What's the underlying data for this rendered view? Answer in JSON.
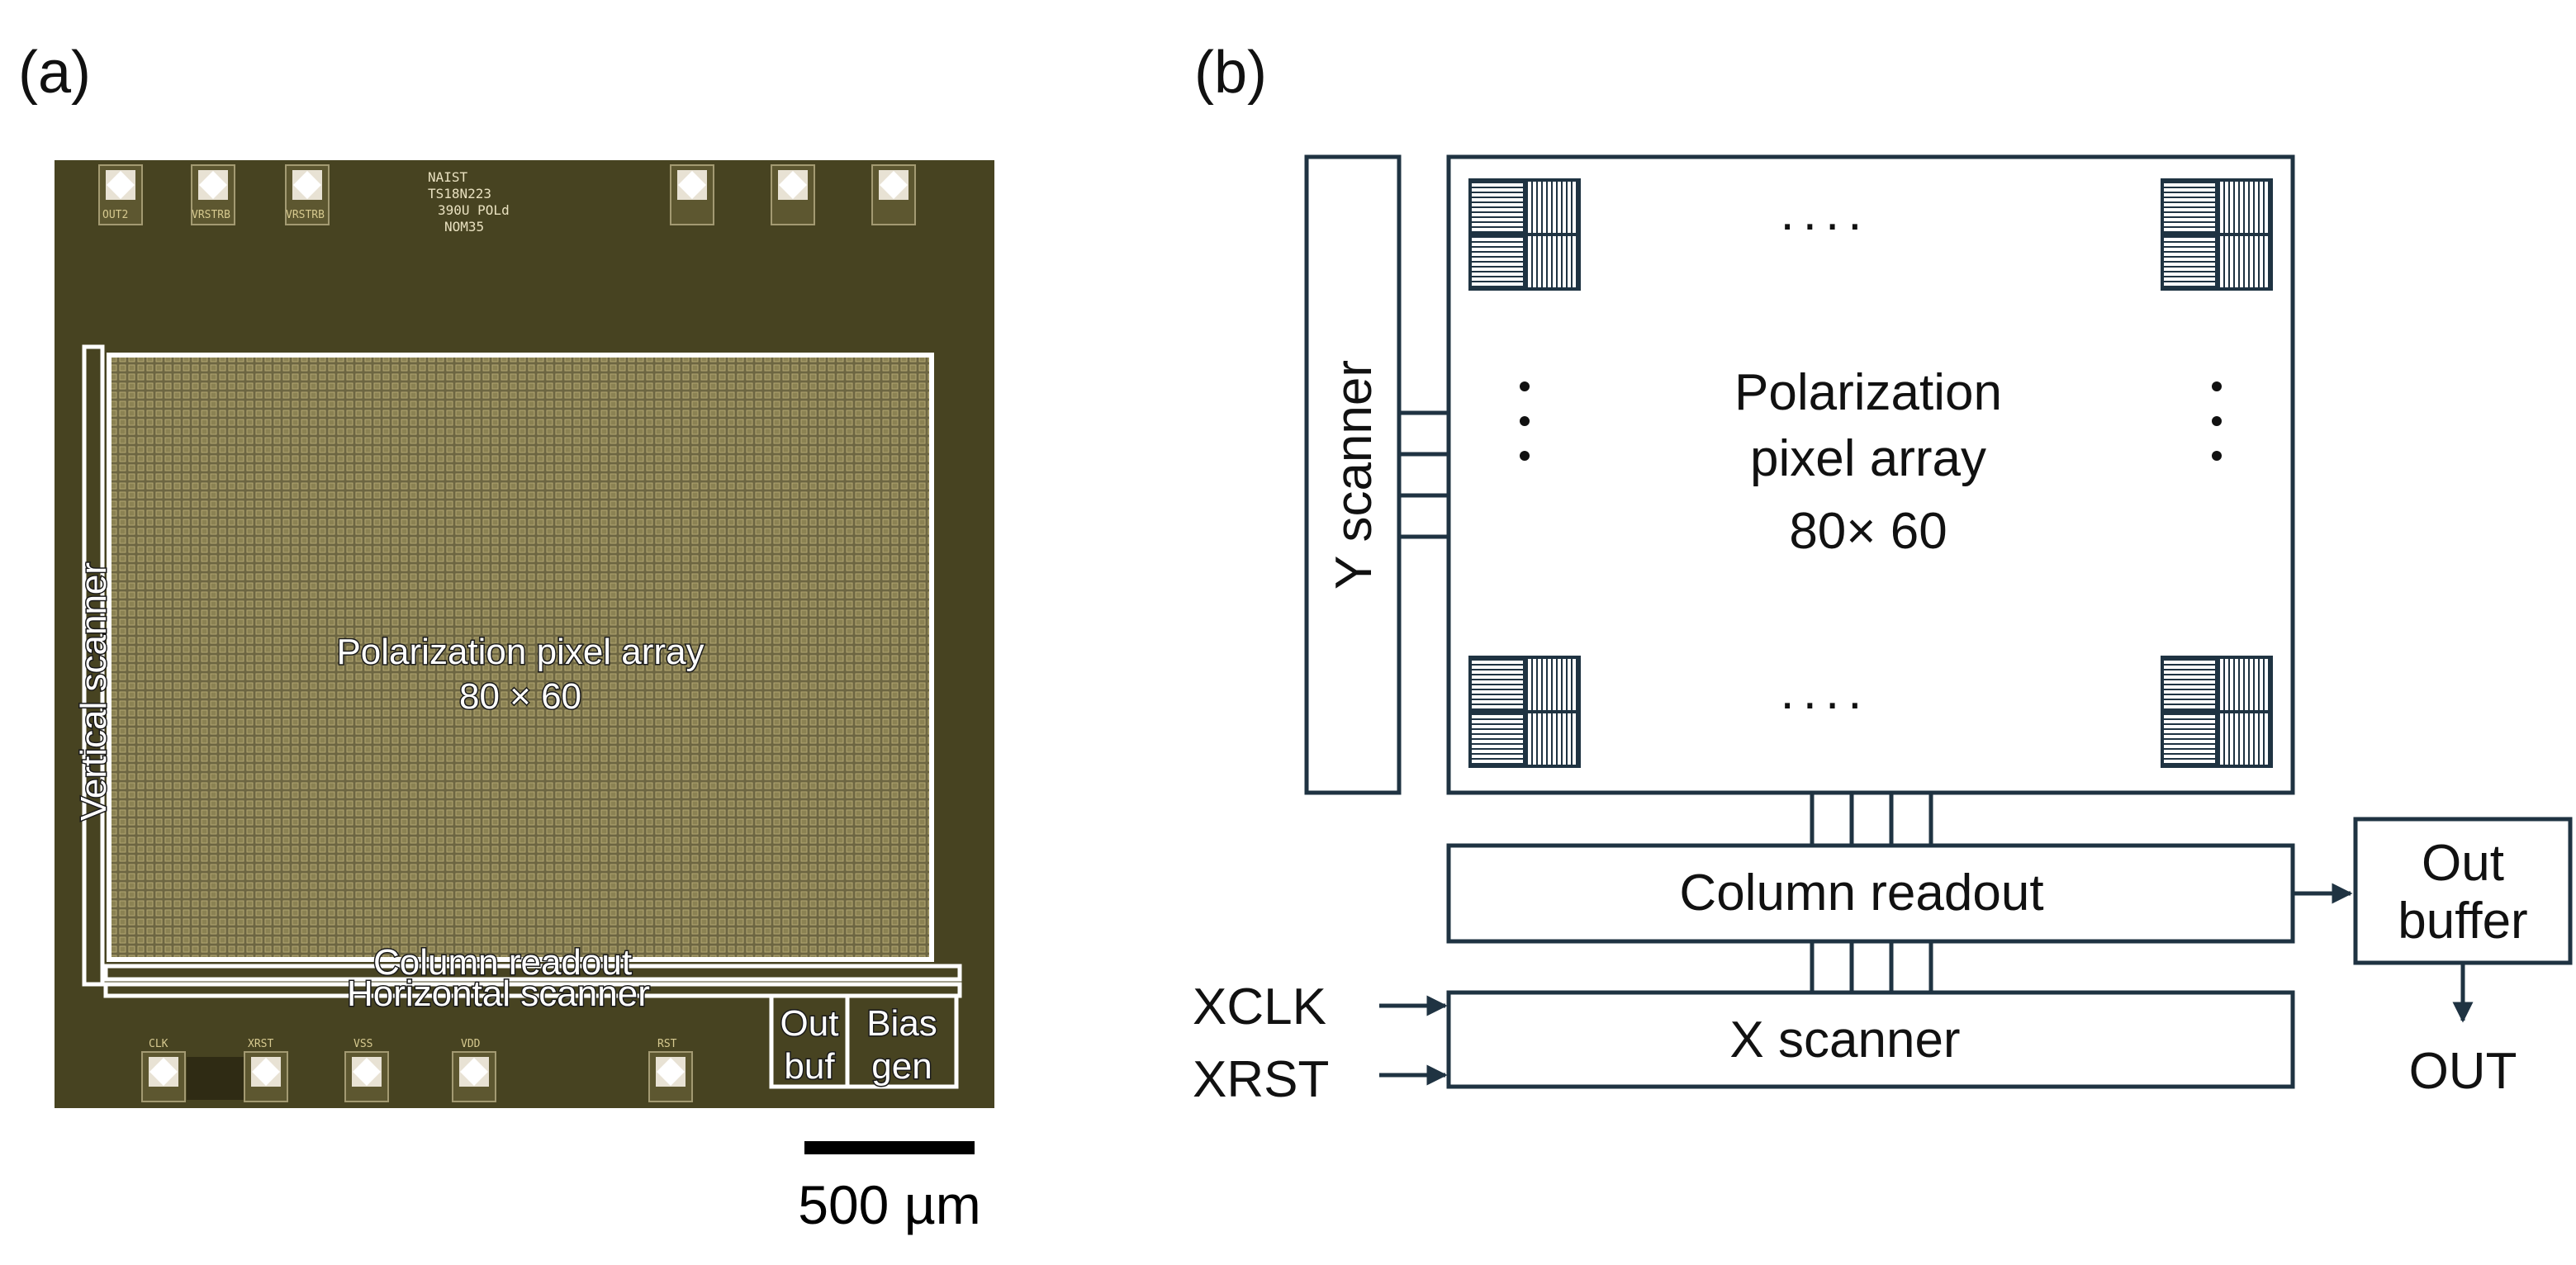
{
  "panel_a": {
    "label": "(a)",
    "chip_text_lines": [
      "NAIST",
      "TS18N223",
      "390U POLd",
      "NOM35"
    ],
    "pixel_array_title": "Polarization pixel array",
    "pixel_array_size": "80 × 60",
    "vertical_scanner": "Vertical scanner",
    "column_readout": "Column readout",
    "horizontal_scanner": "Horizontal scanner",
    "out_buf_line1": "Out",
    "out_buf_line2": "buf",
    "bias_gen_line1": "Bias",
    "bias_gen_line2": "gen",
    "top_pad_labels": [
      "OUT2",
      "VRSTRB",
      "VRSTRB",
      "",
      "",
      ""
    ],
    "bottom_pad_labels": [
      "CLK",
      "XRST",
      "VSS",
      "VDD",
      "RST"
    ],
    "scale_bar": "500 µm",
    "colors": {
      "die": "#4f4a26",
      "pad": "#cfc7b4",
      "outline": "#ffffff"
    }
  },
  "panel_b": {
    "label": "(b)",
    "y_scanner": "Y scanner",
    "array_title_line1": "Polarization",
    "array_title_line2": "pixel array",
    "array_size": "80× 60",
    "dots_horizontal": "....",
    "column_readout": "Column readout",
    "x_scanner": "X scanner",
    "out_buffer_line1": "Out",
    "out_buffer_line2": "buffer",
    "xclk": "XCLK",
    "xrst": "XRST",
    "out": "OUT",
    "colors": {
      "line": "#1f3342"
    }
  }
}
